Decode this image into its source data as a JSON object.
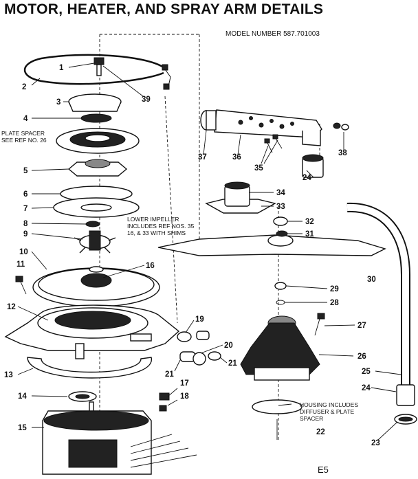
{
  "title": "MOTOR, HEATER, AND SPRAY ARM DETAILS",
  "model_number": "MODEL NUMBER 587.701003",
  "page_code": "E5",
  "notes": {
    "plate_spacer_1": "PLATE SPACER",
    "plate_spacer_2": "SEE REF NO. 26",
    "impeller_1": "LOWER IMPELLER",
    "impeller_2": "INCLUDES REF NOS. 35",
    "impeller_3": "16, & 33 WITH SHIMS",
    "housing_1": "HOUSING INCLUDES",
    "housing_2": "DIFFUSER & PLATE",
    "housing_3": "SPACER"
  },
  "callouts": {
    "n1": "1",
    "n2": "2",
    "n3": "3",
    "n4": "4",
    "n5": "5",
    "n6": "6",
    "n7": "7",
    "n8": "8",
    "n9": "9",
    "n10": "10",
    "n11": "11",
    "n12": "12",
    "n13": "13",
    "n14": "14",
    "n15": "15",
    "n16": "16",
    "n17": "17",
    "n18": "18",
    "n19": "19",
    "n20": "20",
    "n21a": "21",
    "n21b": "21",
    "n22": "22",
    "n23": "23",
    "n24a": "24",
    "n24b": "24",
    "n25": "25",
    "n26": "26",
    "n27": "27",
    "n28": "28",
    "n29": "29",
    "n30": "30",
    "n31": "31",
    "n32": "32",
    "n33": "33",
    "n34": "34",
    "n35": "35",
    "n36": "36",
    "n37": "37",
    "n38": "38",
    "n39": "39"
  }
}
